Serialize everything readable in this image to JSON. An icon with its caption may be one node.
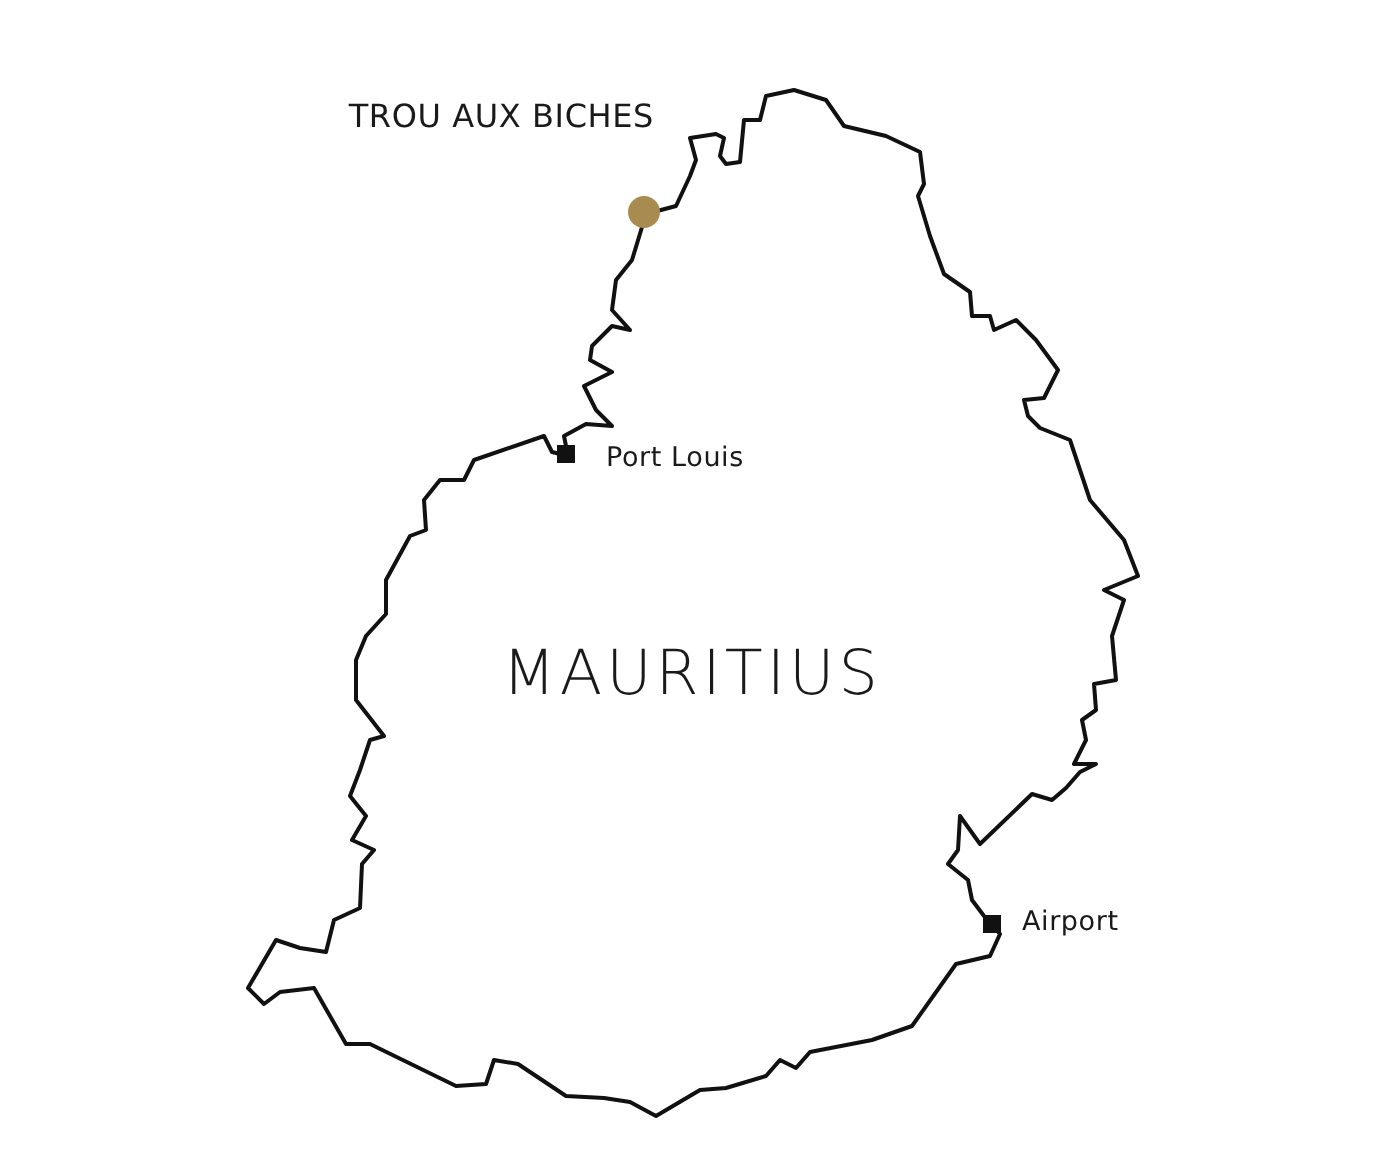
{
  "diagram": {
    "nodes": [
      {
        "text": [
          "MAURITIUS"
        ]
      }
    ],
    "labels": [
      "TROU AUX BICHES",
      "Port Louis",
      "Airport"
    ]
  }
}
